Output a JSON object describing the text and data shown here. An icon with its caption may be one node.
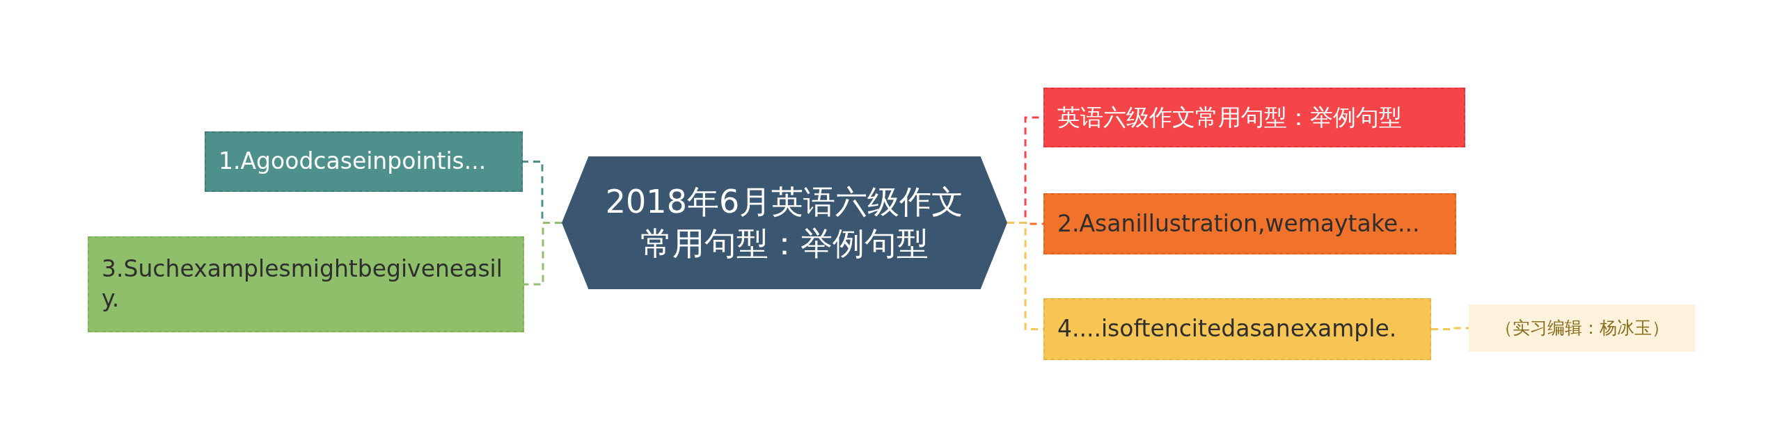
{
  "diagram": {
    "nodes": [
      {
        "text": [
          "2018年6月英语六级作文常用句型：举例句型"
        ]
      },
      {
        "text": [
          "1.Agoodcaseinpointis..."
        ]
      },
      {
        "text": [
          "3.Suchexamplesmightbegiveneasily."
        ]
      },
      {
        "text": [
          "英语六级作文常用句型：举例句型"
        ]
      },
      {
        "text": [
          "2.Asanillustration,wemaytake..."
        ]
      },
      {
        "text": [
          "4....isoftencitedasanexample."
        ]
      },
      {
        "text": [
          "（实习编辑：杨冰玉）"
        ]
      }
    ],
    "edges": [
      {
        "from": 0,
        "to": 1,
        "arrow": "none",
        "color": "#4e908c"
      },
      {
        "from": 0,
        "to": 2,
        "arrow": "none",
        "color": "#8fbf6b"
      },
      {
        "from": 0,
        "to": 3,
        "arrow": "none",
        "color": "#f64548"
      },
      {
        "from": 0,
        "to": 4,
        "arrow": "none",
        "color": "#f1732b"
      },
      {
        "from": 0,
        "to": 5,
        "arrow": "none",
        "color": "#f7c553"
      },
      {
        "from": 5,
        "to": 6,
        "arrow": "none",
        "color": "#f7c553"
      }
    ]
  }
}
